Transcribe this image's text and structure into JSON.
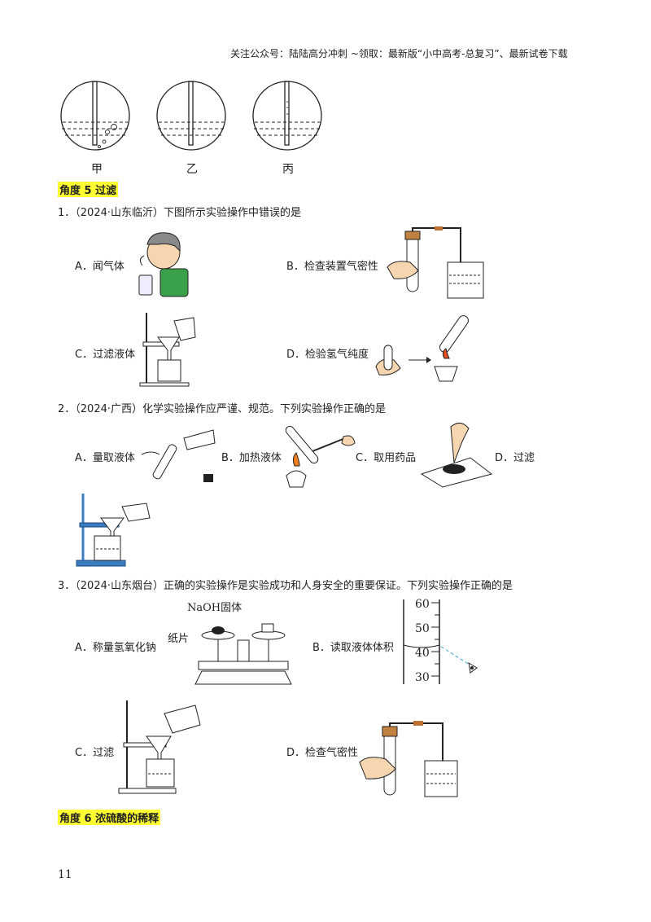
{
  "header": "关注公众号：陆陆高分冲刺  ~领取：最新版“小中高考-总复习”、最新试卷下载",
  "top_figure": {
    "labels": [
      "甲",
      "乙",
      "丙"
    ]
  },
  "section5": {
    "heading": "角度 5   过滤"
  },
  "q1": {
    "stem": "1．（2024·山东临沂）下图所示实验操作中错误的是",
    "option_a": "A．闻气体",
    "option_b": "B．检查装置气密性",
    "option_c": "C．过滤液体",
    "option_d": "D．检验氢气纯度"
  },
  "q2": {
    "stem": "2．（2024·广西）化学实验操作应严谨、规范。下列实验操作正确的是",
    "option_a": "A．量取液体",
    "option_b": "B．加热液体",
    "option_c": "C．取用药品",
    "option_d": "D．过滤"
  },
  "q3": {
    "stem": "3．（2024·山东烟台）正确的实验操作是实验成功和人身安全的重要保证。下列实验操作正确的是",
    "option_a": "A．称量氢氧化钠",
    "option_b": "B．读取液体体积",
    "option_c": "C．过滤",
    "option_d": "D．检查气密性",
    "balance_label_solid": "NaOH固体",
    "balance_label_paper": "纸片",
    "cylinder_ticks": [
      "60",
      "50",
      "40",
      "30"
    ]
  },
  "section6": {
    "heading": "角度 6   浓硫酸的稀释"
  },
  "page_number": "11"
}
